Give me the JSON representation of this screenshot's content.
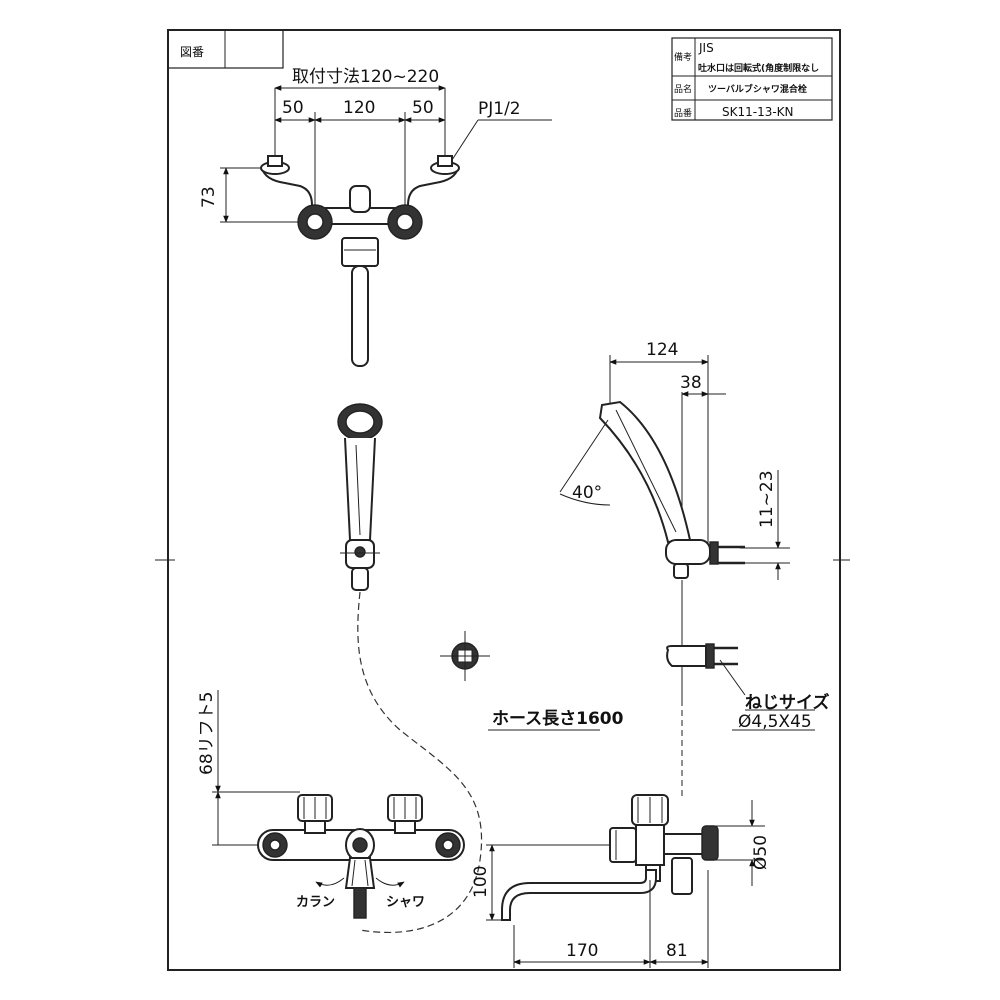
{
  "header": {
    "zuban_label": "図番",
    "bikou_label": "備考",
    "bikou_value_1": "JIS",
    "bikou_value_2": "吐水口は回転式(角度制限なし",
    "hinmei_label": "品名",
    "hinmei_value": "ツーバルブシャワ混合栓",
    "hinban_label": "品番",
    "hinban_value": "SK11-13-KN"
  },
  "top_view": {
    "mount_dim": "取付寸法120~220",
    "dim_left": "50",
    "dim_center": "120",
    "dim_right": "50",
    "thread": "PJ1/2",
    "height": "73"
  },
  "side_view": {
    "dim_124": "124",
    "dim_38": "38",
    "angle": "40°",
    "range": "11~23",
    "screw_size_label": "ねじサイズ",
    "screw_size_value": "Ø4,5X45"
  },
  "front_view": {
    "lift": "68リフト5",
    "hose_length": "ホース長さ1600",
    "label_karan": "カラン",
    "label_shower": "シャワ"
  },
  "spout_view": {
    "dim_50": "Ø50",
    "dim_100": "100",
    "dim_170": "170",
    "dim_81": "81"
  }
}
